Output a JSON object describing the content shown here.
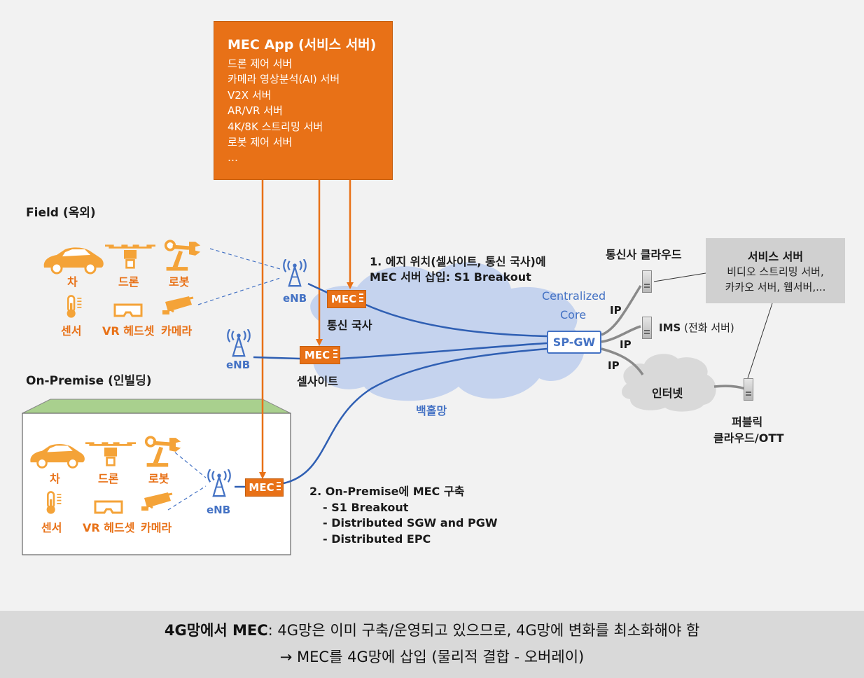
{
  "app_box": {
    "title": "MEC App (서비스 서버)",
    "lines": [
      "드론 제어 서버",
      "카메라 영상분석(AI) 서버",
      "V2X 서버",
      "AR/VR 서버",
      "4K/8K 스트리밍 서버",
      "로봇 제어 서버",
      "…"
    ]
  },
  "field": {
    "title": "Field (옥외)",
    "devices": [
      "차",
      "드론",
      "로봇",
      "센서",
      "VR 헤드셋",
      "카메라"
    ]
  },
  "on_premise": {
    "title": "On-Premise (인빌딩)",
    "devices": [
      "차",
      "드론",
      "로봇",
      "센서",
      "VR 헤드셋",
      "카메라"
    ]
  },
  "network": {
    "enb": "eNB",
    "mec": "MEC",
    "telecom_office": "통신 국사",
    "cell_site": "셀사이트",
    "backhaul": "백홀망",
    "centralized_core_1": "Centralized",
    "centralized_core_2": "Core",
    "spgw": "SP-GW",
    "ip": "IP",
    "telecom_cloud": "통신사 클라우드",
    "ims_name": "IMS",
    "ims_desc": "(전화 서버)",
    "internet": "인터넷",
    "public_cloud_1": "퍼블릭",
    "public_cloud_2": "클라우드/OTT"
  },
  "service_server": {
    "title": "서비스 서버",
    "lines": [
      "비디오 스트리밍 서버,",
      "카카오 서버, 웹서버,..."
    ]
  },
  "note1": {
    "lines": [
      "1. 에지 위치(셀사이트, 통신 국사)에",
      "MEC 서버 삽입: S1 Breakout"
    ]
  },
  "note2": {
    "lines": [
      "2. On-Premise에 MEC 구축",
      "- S1 Breakout",
      "- Distributed SGW and PGW",
      "- Distributed EPC"
    ]
  },
  "bottom": {
    "line1_bold": "4G망에서 MEC",
    "line1_rest": ": 4G망은 이미 구축/운영되고 있으므로, 4G망에 변화를 최소화해야 함",
    "line2": "→  MEC를 4G망에 삽입 (물리적 결합 - 오버레이)"
  },
  "colors": {
    "orange": "#e87117",
    "blue": "#4472c4",
    "cloud": "#c5d3ee",
    "gray_box": "#d0d0d0"
  }
}
